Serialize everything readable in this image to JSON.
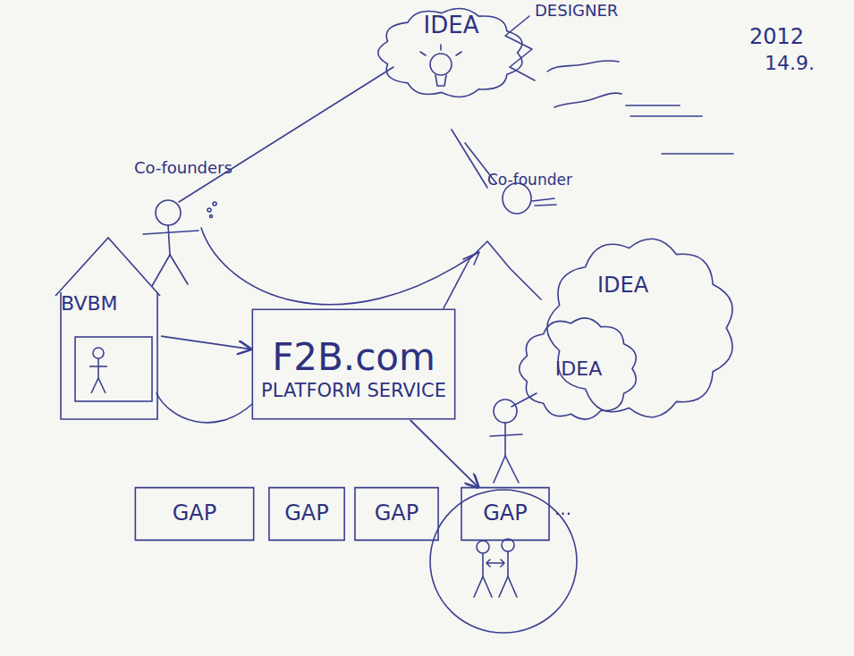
{
  "diagram": {
    "nodes": [
      {
        "text": [
          "IDEA"
        ]
      },
      {
        "text": [
          "BVBM"
        ]
      },
      {
        "text": [
          "F2B.com",
          "PLATFORM SERVICE"
        ]
      },
      {
        "text": [
          "IDEA"
        ]
      },
      {
        "text": [
          "IDEA"
        ]
      },
      {
        "text": [
          "GAP"
        ]
      },
      {
        "text": [
          "GAP"
        ]
      },
      {
        "text": [
          "GAP"
        ]
      },
      {
        "text": [
          "GAP"
        ]
      }
    ],
    "edges": [
      {
        "from": 1,
        "to": 2,
        "arrow": "to"
      },
      {
        "from": 2,
        "to": 8,
        "arrow": "to"
      }
    ],
    "labels": [
      "DESIGNER",
      "2012",
      "14.9.",
      "Co-founders",
      "Co-founder",
      "..."
    ]
  }
}
